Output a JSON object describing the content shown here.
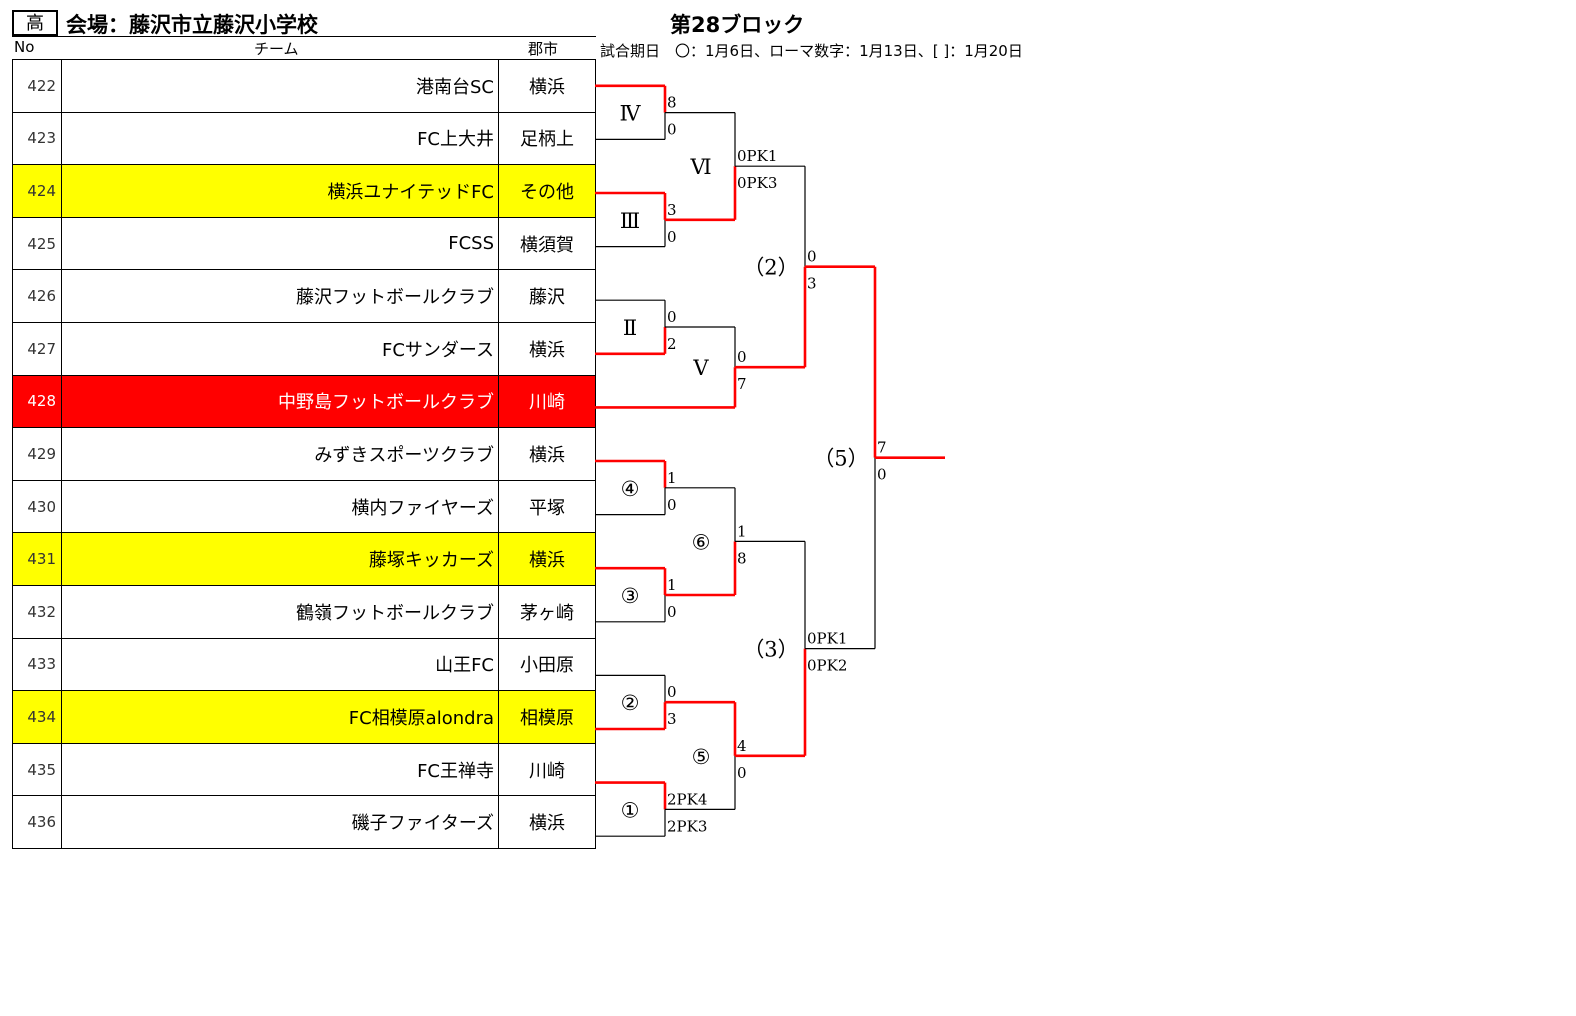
{
  "header": {
    "level": "高",
    "venue": "会場：藤沢市立藤沢小学校",
    "block_title": "第28ブロック",
    "dates_note": "試合期日　〇：1月6日、ローマ数字：1月13日、[ ]：1月20日",
    "columns": {
      "no": "No",
      "team": "チーム",
      "city": "郡市"
    }
  },
  "colors": {
    "winner_line": "#ff0000",
    "loser_line": "#000000",
    "highlight_yellow": "#ffff00",
    "highlight_red": "#ff0000"
  },
  "teams": [
    {
      "no": "422",
      "name": "港南台SC",
      "city": "横浜",
      "highlight": "none"
    },
    {
      "no": "423",
      "name": "FC上大井",
      "city": "足柄上",
      "highlight": "none"
    },
    {
      "no": "424",
      "name": "横浜ユナイテッドFC",
      "city": "その他",
      "highlight": "yellow"
    },
    {
      "no": "425",
      "name": "FCSS",
      "city": "横須賀",
      "highlight": "none"
    },
    {
      "no": "426",
      "name": "藤沢フットボールクラブ",
      "city": "藤沢",
      "highlight": "none"
    },
    {
      "no": "427",
      "name": "FCサンダース",
      "city": "横浜",
      "highlight": "none"
    },
    {
      "no": "428",
      "name": "中野島フットボールクラブ",
      "city": "川崎",
      "highlight": "red"
    },
    {
      "no": "429",
      "name": "みずきスポーツクラブ",
      "city": "横浜",
      "highlight": "none"
    },
    {
      "no": "430",
      "name": "横内ファイヤーズ",
      "city": "平塚",
      "highlight": "none"
    },
    {
      "no": "431",
      "name": "藤塚キッカーズ",
      "city": "横浜",
      "highlight": "yellow"
    },
    {
      "no": "432",
      "name": "鶴嶺フットボールクラブ",
      "city": "茅ヶ崎",
      "highlight": "none"
    },
    {
      "no": "433",
      "name": "山王FC",
      "city": "小田原",
      "highlight": "none"
    },
    {
      "no": "434",
      "name": "FC相模原alondra",
      "city": "相模原",
      "highlight": "yellow"
    },
    {
      "no": "435",
      "name": "FC王禅寺",
      "city": "川崎",
      "highlight": "none"
    },
    {
      "no": "436",
      "name": "磯子ファイターズ",
      "city": "横浜",
      "highlight": "none"
    }
  ],
  "bracket": {
    "matches": [
      {
        "id": "m-IV",
        "label": "Ⅳ",
        "slots": [
          "team:0",
          "team:1"
        ],
        "scores": [
          "8",
          "0"
        ],
        "winner": 0
      },
      {
        "id": "m-III",
        "label": "Ⅲ",
        "slots": [
          "team:2",
          "team:3"
        ],
        "scores": [
          "3",
          "0"
        ],
        "winner": 0
      },
      {
        "id": "m-II",
        "label": "Ⅱ",
        "slots": [
          "team:4",
          "team:5"
        ],
        "scores": [
          "0",
          "2"
        ],
        "winner": 1
      },
      {
        "id": "m-V",
        "label": "Ⅴ",
        "slots": [
          "match:m-II",
          "team:6"
        ],
        "scores": [
          "0",
          "7"
        ],
        "winner": 1
      },
      {
        "id": "m-VI",
        "label": "Ⅵ",
        "slots": [
          "match:m-IV",
          "match:m-III"
        ],
        "scores": [
          "0PK1",
          "0PK3"
        ],
        "winner": 1
      },
      {
        "id": "m-2",
        "label": "（2）",
        "slots": [
          "match:m-VI",
          "match:m-V"
        ],
        "scores": [
          "0",
          "3"
        ],
        "winner": 1
      },
      {
        "id": "m-c4",
        "label": "④",
        "slots": [
          "team:7",
          "team:8"
        ],
        "scores": [
          "1",
          "0"
        ],
        "winner": 0
      },
      {
        "id": "m-c3",
        "label": "③",
        "slots": [
          "team:9",
          "team:10"
        ],
        "scores": [
          "1",
          "0"
        ],
        "winner": 0
      },
      {
        "id": "m-c6",
        "label": "⑥",
        "slots": [
          "match:m-c4",
          "match:m-c3"
        ],
        "scores": [
          "1",
          "8"
        ],
        "winner": 1
      },
      {
        "id": "m-c2",
        "label": "②",
        "slots": [
          "team:11",
          "team:12"
        ],
        "scores": [
          "0",
          "3"
        ],
        "winner": 1
      },
      {
        "id": "m-c1",
        "label": "①",
        "slots": [
          "team:13",
          "team:14"
        ],
        "scores": [
          "2PK4",
          "2PK3"
        ],
        "winner": 0
      },
      {
        "id": "m-c5",
        "label": "⑤",
        "slots": [
          "match:m-c2",
          "match:m-c1"
        ],
        "scores": [
          "4",
          "0"
        ],
        "winner": 0
      },
      {
        "id": "m-3",
        "label": "（3）",
        "slots": [
          "match:m-c6",
          "match:m-c5"
        ],
        "scores": [
          "0PK1",
          "0PK2"
        ],
        "winner": 1
      },
      {
        "id": "m-5",
        "label": "（5）",
        "slots": [
          "match:m-2",
          "match:m-3"
        ],
        "scores": [
          "7",
          "0"
        ],
        "winner": 0
      }
    ]
  }
}
